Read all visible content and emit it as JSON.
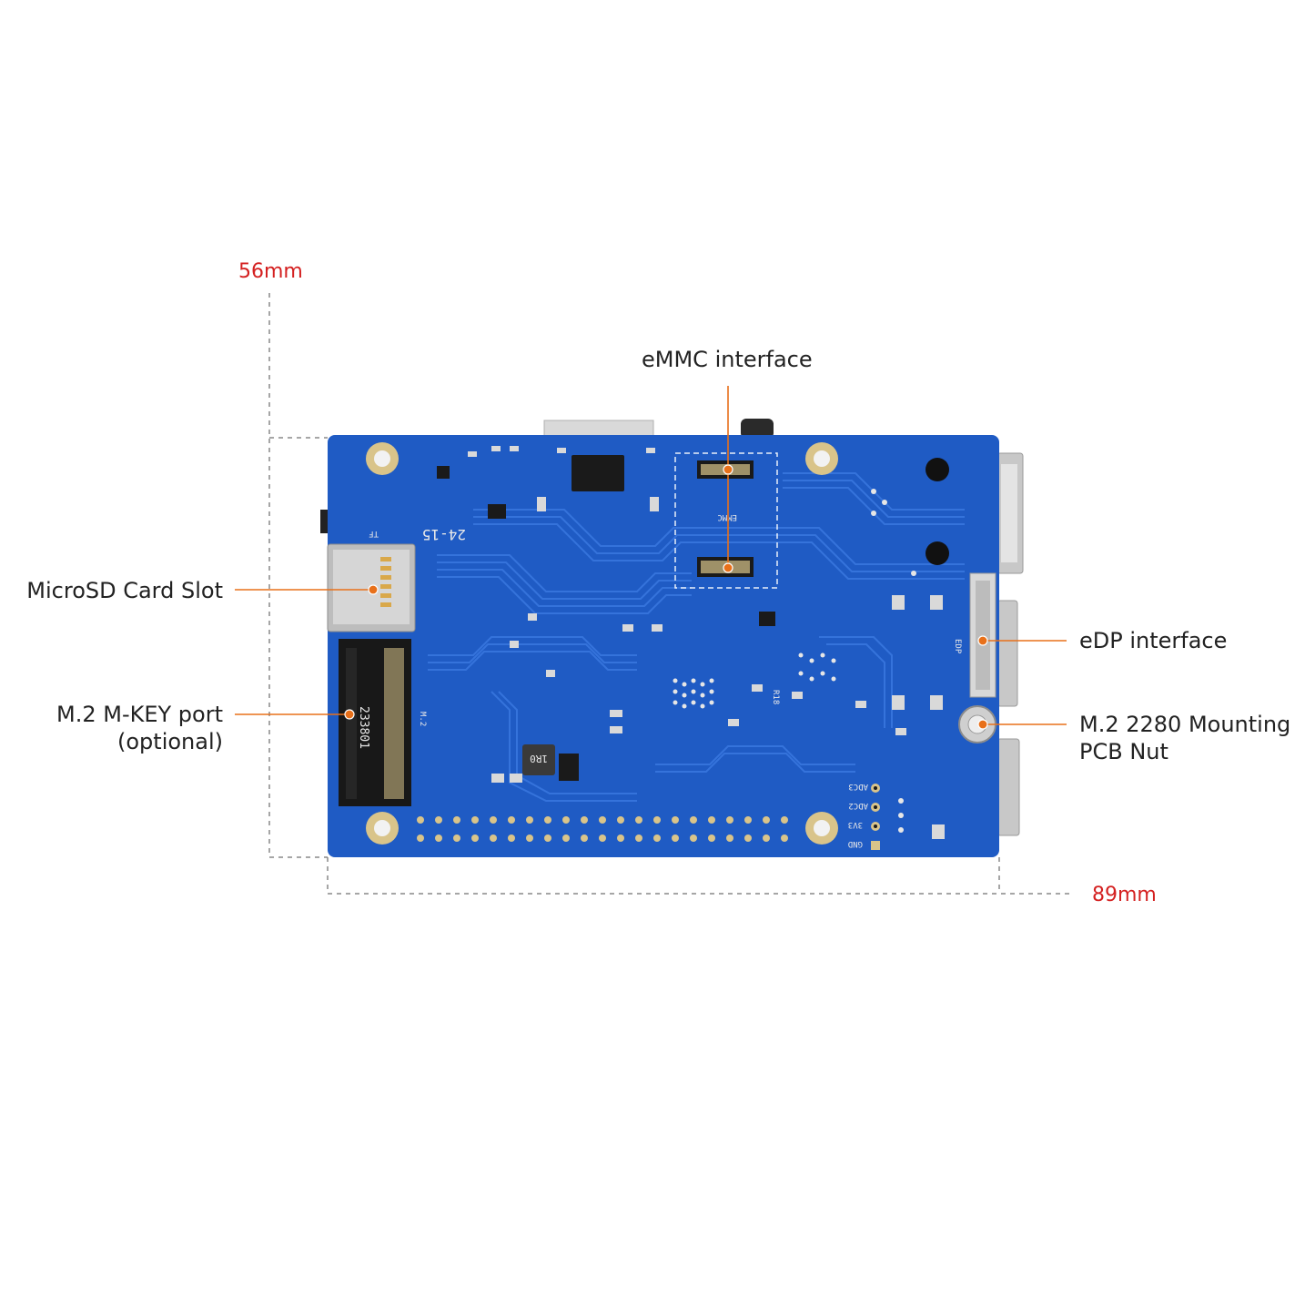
{
  "colors": {
    "pcb": "#1f5bc4",
    "trace": "#2f6ed8",
    "callout": "#e8701a",
    "dimension_text": "#d42020",
    "dimension_line": "#888888",
    "pad": "#d9c48a"
  },
  "dimensions": {
    "height": "56mm",
    "width": "89mm"
  },
  "callouts": {
    "emmc": "eMMC interface",
    "microsd": "MicroSD Card Slot",
    "m2_port_line1": "M.2 M-KEY port",
    "m2_port_line2": "(optional)",
    "edp": "eDP interface",
    "nut_line1": "M.2 2280 Mounting",
    "nut_line2": "PCB Nut"
  },
  "silkscreen": {
    "tf": "TF",
    "emmc": "EMMC",
    "edp": "EDP",
    "m2": "M.2",
    "date": "24-15",
    "r18": "R18",
    "pin_adc3": "ADC3",
    "pin_adc2": "ADC2",
    "pin_3v3": "3V3",
    "pin_gnd": "GND",
    "m2_code": "233801",
    "inductor": "1R0"
  }
}
